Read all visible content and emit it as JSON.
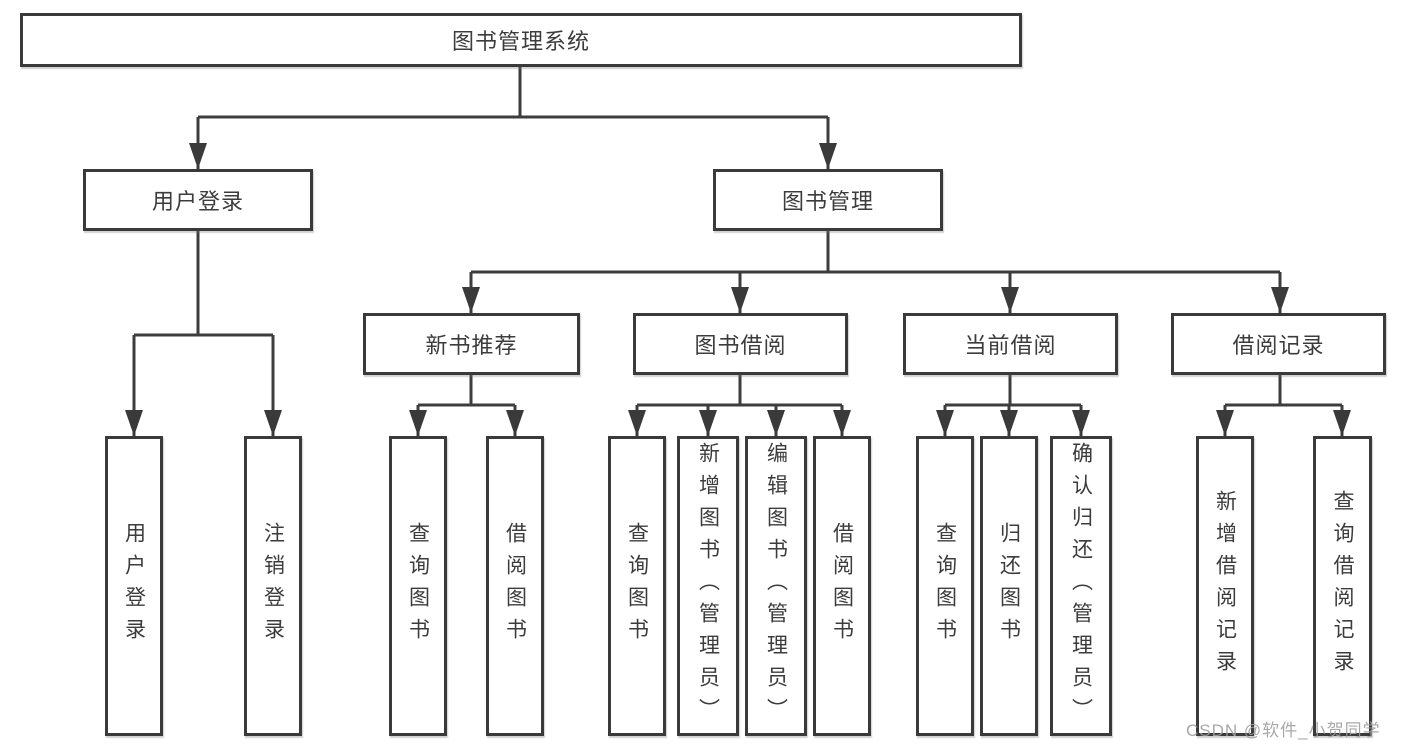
{
  "diagram": {
    "title": "图书管理系统",
    "root": {
      "label": "图书管理系统"
    },
    "level2": [
      {
        "label": "用户登录"
      },
      {
        "label": "图书管理"
      }
    ],
    "level3": [
      {
        "label": "新书推荐"
      },
      {
        "label": "图书借阅"
      },
      {
        "label": "当前借阅"
      },
      {
        "label": "借阅记录"
      }
    ],
    "leaves": [
      {
        "label": "用户登录"
      },
      {
        "label": "注销登录"
      },
      {
        "label": "查询图书"
      },
      {
        "label": "借阅图书"
      },
      {
        "label": "查询图书"
      },
      {
        "label": "新增图书（管理员）"
      },
      {
        "label": "编辑图书（管理员）"
      },
      {
        "label": "借阅图书"
      },
      {
        "label": "查询图书"
      },
      {
        "label": "归还图书"
      },
      {
        "label": "确认归还（管理员）"
      },
      {
        "label": "新增借阅记录"
      },
      {
        "label": "查询借阅记录"
      }
    ]
  },
  "watermark": {
    "text": "CSDN @软件_小贺同学"
  },
  "colors": {
    "line": "#3d3d3d",
    "box_border": "#3a3a3a",
    "text": "#3c3c3c",
    "watermark": "#9e9e9e",
    "background": "#ffffff"
  }
}
